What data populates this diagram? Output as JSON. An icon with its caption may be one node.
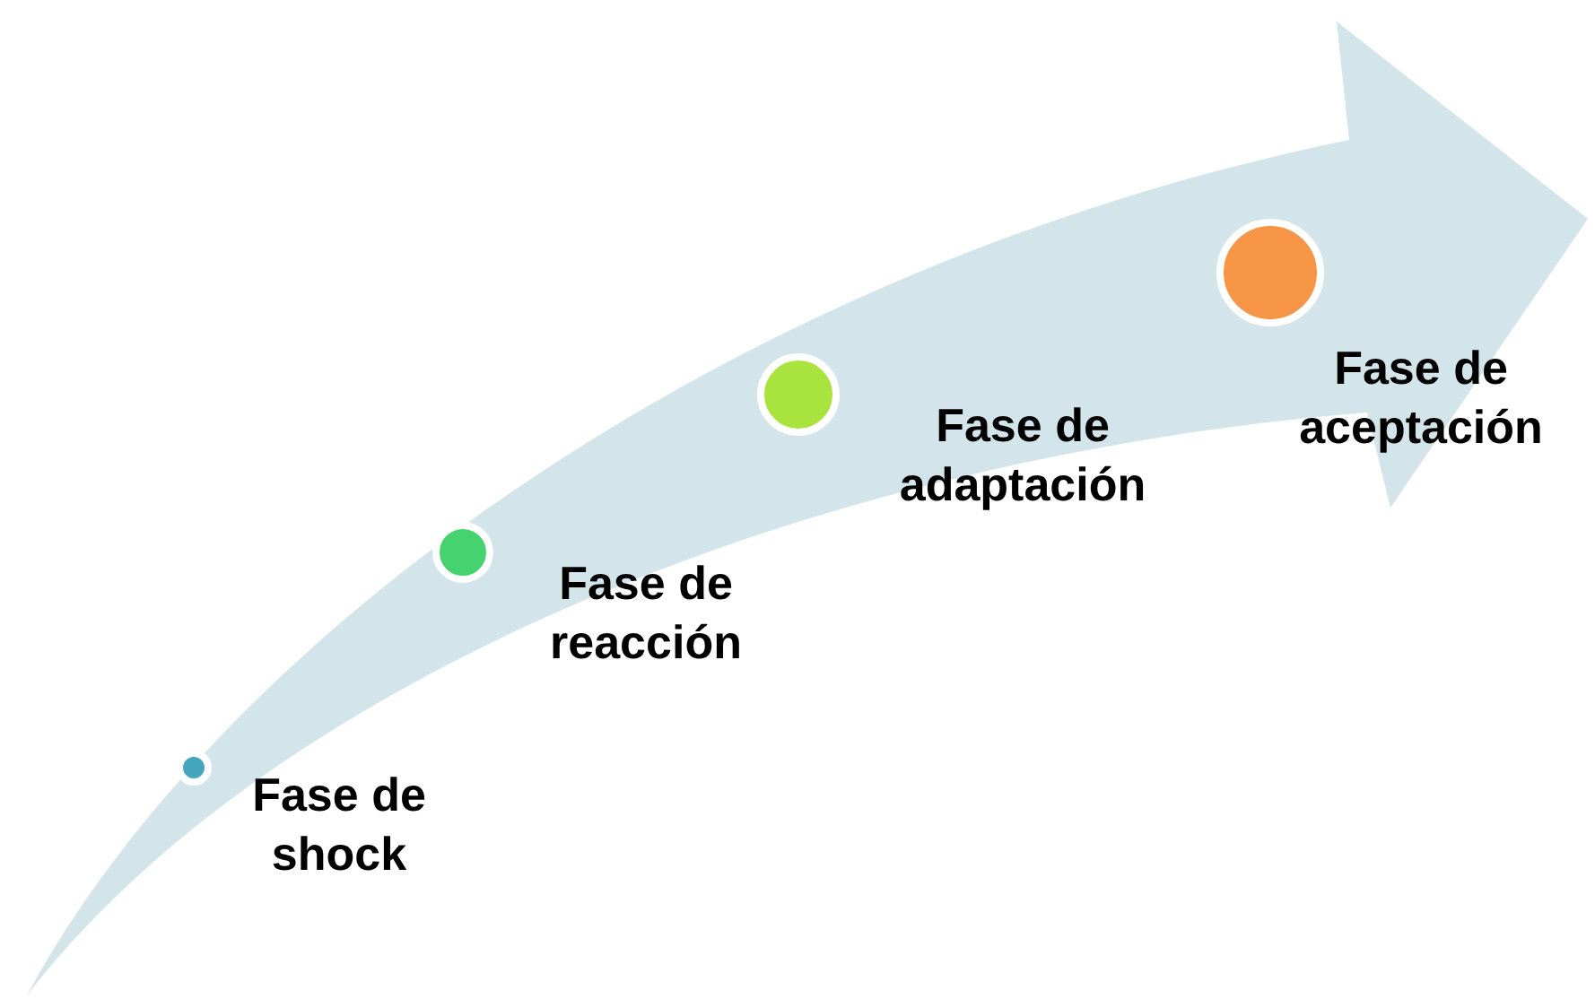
{
  "diagram": {
    "nodes": [
      {
        "text": [],
        "shape": "circle",
        "beside": [
          "Fase de shock"
        ]
      },
      {
        "text": [],
        "shape": "circle",
        "beside": [
          "Fase de reacción"
        ]
      },
      {
        "text": [],
        "shape": "circle",
        "beside": [
          "Fase de adaptación"
        ]
      },
      {
        "text": [],
        "shape": "circle",
        "beside": [
          "Fase de aceptación"
        ]
      }
    ]
  }
}
